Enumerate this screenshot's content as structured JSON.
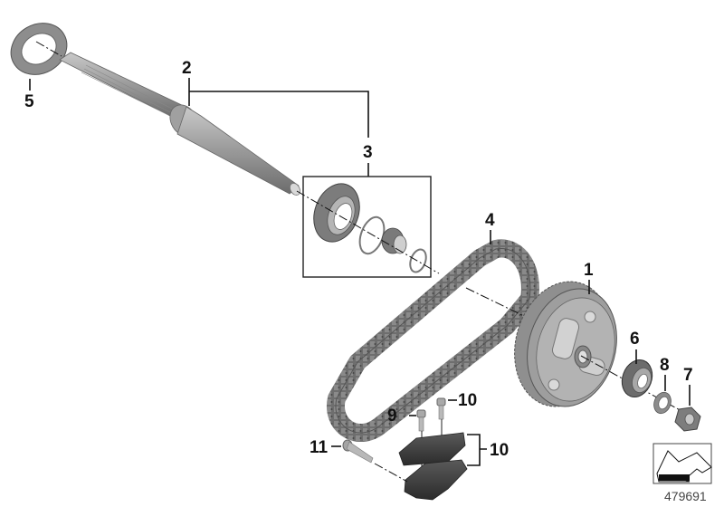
{
  "diagram": {
    "type": "exploded-parts-diagram",
    "reference_number": "479691",
    "callouts": [
      {
        "id": "1",
        "label": "1",
        "part": "chain sprocket / drive hub"
      },
      {
        "id": "2",
        "label": "2",
        "part": "output shaft"
      },
      {
        "id": "3",
        "label": "3",
        "part": "bearing set (ball bearing, circlips, needle bearing)"
      },
      {
        "id": "4",
        "label": "4",
        "part": "drive chain"
      },
      {
        "id": "5",
        "label": "5",
        "part": "shaft seal ring"
      },
      {
        "id": "6",
        "label": "6",
        "part": "ball bearing"
      },
      {
        "id": "7",
        "label": "7",
        "part": "hex nut"
      },
      {
        "id": "8",
        "label": "8",
        "part": "washer / ring"
      },
      {
        "id": "9",
        "label": "9",
        "part": "chain tensioner guide set"
      },
      {
        "id": "10a",
        "label": "10",
        "part": "screw"
      },
      {
        "id": "10b",
        "label": "10",
        "part": "screw"
      },
      {
        "id": "11",
        "label": "11",
        "part": "bolt"
      }
    ]
  }
}
